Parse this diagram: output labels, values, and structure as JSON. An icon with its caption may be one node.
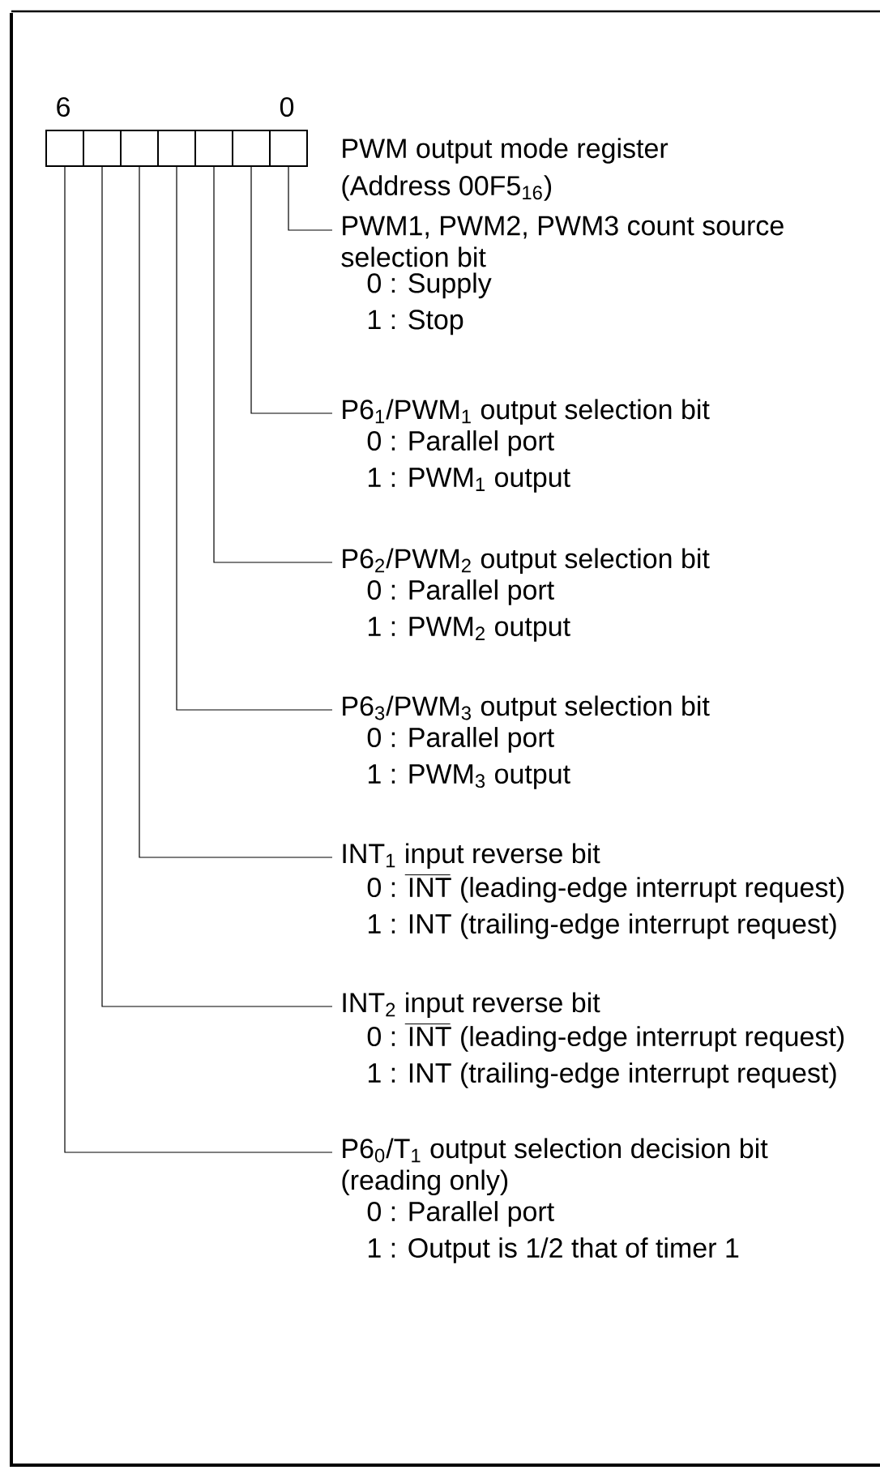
{
  "diagram": {
    "nodes": [
      {
        "text": [],
        "shape": "box"
      },
      {
        "text": [],
        "shape": "box"
      },
      {
        "text": [],
        "shape": "box"
      },
      {
        "text": [],
        "shape": "box"
      },
      {
        "text": [],
        "shape": "box"
      },
      {
        "text": [],
        "shape": "box"
      },
      {
        "text": [],
        "shape": "box"
      },
      {
        "text": [
          "PWM1, PWM2, PWM3 count source selection bit",
          "0 : Supply",
          "1 : Stop"
        ]
      },
      {
        "text": [
          "P6$_{1}$/PWM$_{1}$ output selection bit",
          "0 : Parallel port",
          "1 : PWM$_{1}$ output"
        ]
      },
      {
        "text": [
          "P6$_{2}$/PWM$_{2}$ output selection bit",
          "0 : Parallel port",
          "1 : PWM$_{2}$ output"
        ]
      },
      {
        "text": [
          "P6$_{3}$/PWM$_{3}$ output selection bit",
          "0 : Parallel port",
          "1 : PWM$_{3}$ output"
        ]
      },
      {
        "text": [
          "INT$_{1}$ input reverse bit",
          "0 : INT (leading-edge interrupt request)",
          "1 : INT (trailing-edge interrupt request)"
        ]
      },
      {
        "text": [
          "INT$_{2}$ input reverse bit",
          "0 : INT (leading-edge interrupt request)",
          "1 : INT (trailing-edge interrupt request)"
        ]
      },
      {
        "text": [
          "P6$_{0}$/T$_{1}$ output selection decision bit (reading only)",
          "0 : Parallel port",
          "1 : Output is 1/2 that of timer 1"
        ]
      }
    ],
    "edges": [
      {
        "from": 6,
        "to": 7,
        "arrow": "none"
      },
      {
        "from": 5,
        "to": 8,
        "arrow": "none"
      },
      {
        "from": 4,
        "to": 9,
        "arrow": "none"
      },
      {
        "from": 3,
        "to": 10,
        "arrow": "none"
      },
      {
        "from": 2,
        "to": 11,
        "arrow": "none"
      },
      {
        "from": 1,
        "to": 12,
        "arrow": "none"
      },
      {
        "from": 0,
        "to": 13,
        "arrow": "none"
      }
    ],
    "labels": [
      "6",
      "0",
      "PWM output mode register",
      "(Address 00F5$_{16}$)"
    ]
  }
}
